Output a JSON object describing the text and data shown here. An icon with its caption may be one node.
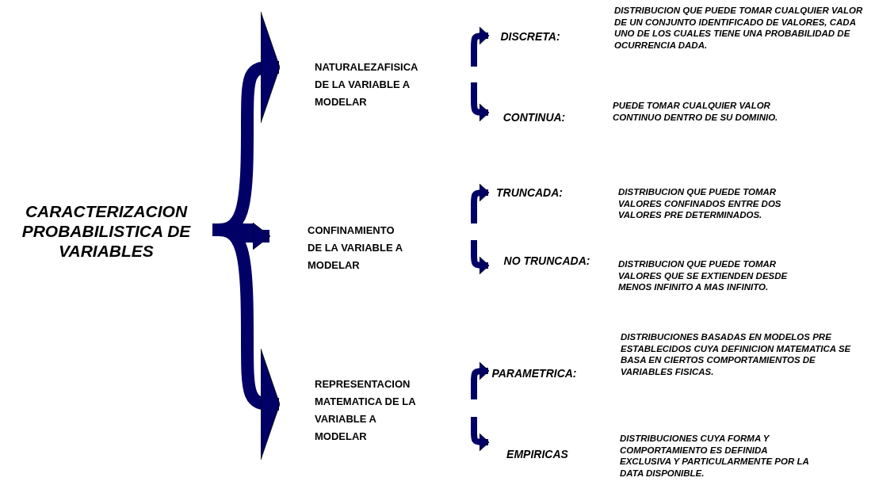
{
  "diagram": {
    "nodes": [
      {
        "text": [
          "CARACTERIZACION PROBABILISTICA DE VARIABLES"
        ]
      },
      {
        "text": [
          "NATURALEZAFISICA DE LA VARIABLE A MODELAR"
        ]
      },
      {
        "text": [
          "DISCRETA:"
        ],
        "beside": [
          "DISTRIBUCION QUE PUEDE TOMAR CUALQUIER VALOR DE UN CONJUNTO IDENTIFICADO DE VALORES, CADA UNO DE LOS CUALES TIENE UNA PROBABILIDAD DE OCURRENCIA DADA."
        ]
      },
      {
        "text": [
          "CONTINUA:"
        ],
        "beside": [
          "PUEDE TOMAR CUALQUIER VALOR CONTINUO DENTRO DE SU DOMINIO."
        ]
      },
      {
        "text": [
          "CONFINAMIENTO DE LA VARIABLE A MODELAR"
        ]
      },
      {
        "text": [
          "TRUNCADA:"
        ],
        "beside": [
          "DISTRIBUCION QUE PUEDE TOMAR VALORES CONFINADOS ENTRE DOS VALORES PRE DETERMINADOS."
        ]
      },
      {
        "text": [
          "NO TRUNCADA:"
        ],
        "beside": [
          "DISTRIBUCION QUE PUEDE TOMAR VALORES QUE SE EXTIENDEN DESDE MENOS INFINITO A MAS INFINITO."
        ]
      },
      {
        "text": [
          "REPRESENTACION MATEMATICA DE LA VARIABLE A MODELAR"
        ]
      },
      {
        "text": [
          "PARAMETRICA:"
        ],
        "beside": [
          "DISTRIBUCIONES BASADAS EN MODELOS PRE ESTABLECIDOS CUYA DEFINICION MATEMATICA SE BASA EN CIERTOS COMPORTAMIENTOS DE VARIABLES FISICAS."
        ]
      },
      {
        "text": [
          "EMPIRICAS"
        ],
        "beside": [
          "DISTRIBUCIONES CUYA FORMA Y COMPORTAMIENTO ES DEFINIDA EXCLUSIVA Y PARTICULARMENTE POR LA DATA DISPONIBLE."
        ]
      }
    ],
    "edges": [
      {
        "from": 0,
        "to": 1,
        "arrow": "to",
        "style": "thick"
      },
      {
        "from": 0,
        "to": 4,
        "arrow": "to",
        "style": "thick"
      },
      {
        "from": 0,
        "to": 7,
        "arrow": "to",
        "style": "thick"
      },
      {
        "from": null,
        "to": 2,
        "arrow": "to"
      },
      {
        "from": null,
        "to": 3,
        "arrow": "to"
      },
      {
        "from": null,
        "to": 5,
        "arrow": "to"
      },
      {
        "from": null,
        "to": 6,
        "arrow": "to"
      },
      {
        "from": null,
        "to": 8,
        "arrow": "to"
      },
      {
        "from": null,
        "to": 9,
        "arrow": "to"
      }
    ]
  }
}
